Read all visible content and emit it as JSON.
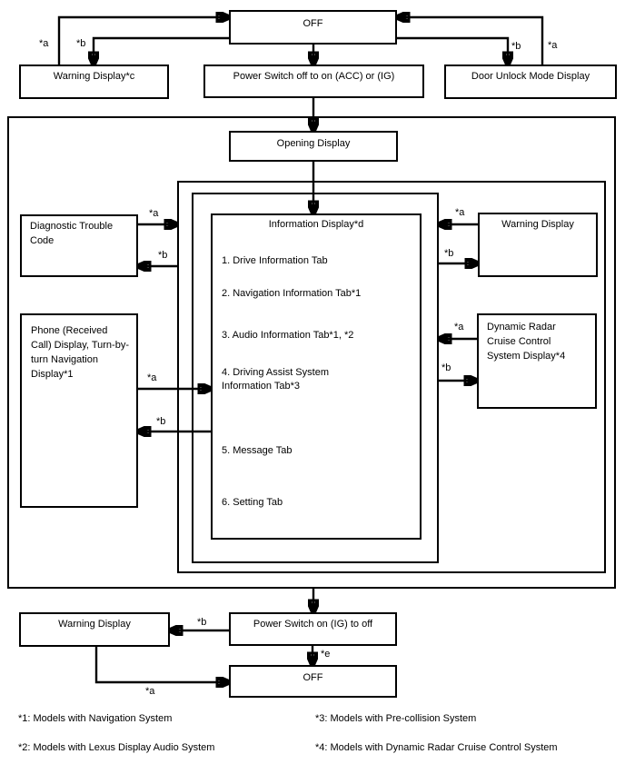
{
  "nodes": {
    "off_top": "OFF",
    "warning_display_c": "Warning Display*c",
    "power_switch_on": "Power Switch off to on (ACC) or (IG)",
    "door_unlock": "Door Unlock Mode Display",
    "opening_display": "Opening Display",
    "diagnostic_trouble_code": "Diagnostic Trouble Code",
    "phone_display": "Phone (Received Call) Display, Turn-by-turn Navigation Display*1",
    "warning_display_right": "Warning Display",
    "dynamic_radar": "Dynamic Radar Cruise Control System Display*4",
    "information_display_title": "Information Display*d",
    "warning_display_bottom": "Warning Display",
    "power_switch_off": "Power Switch on (IG) to off",
    "off_bottom": "OFF"
  },
  "tabs": [
    "1. Drive Information Tab",
    "2. Navigation Information Tab*1",
    "3. Audio Information Tab*1, *2",
    "4. Driving Assist System Information Tab*3",
    "5. Message Tab",
    "6. Setting Tab"
  ],
  "edge_labels": {
    "a": "*a",
    "b": "*b",
    "e": "*e"
  },
  "footnotes": [
    "*1: Models with Navigation System",
    "*2: Models with Lexus Display Audio System",
    "*3: Models with Pre-collision System",
    "*4: Models with Dynamic Radar Cruise Control System"
  ]
}
